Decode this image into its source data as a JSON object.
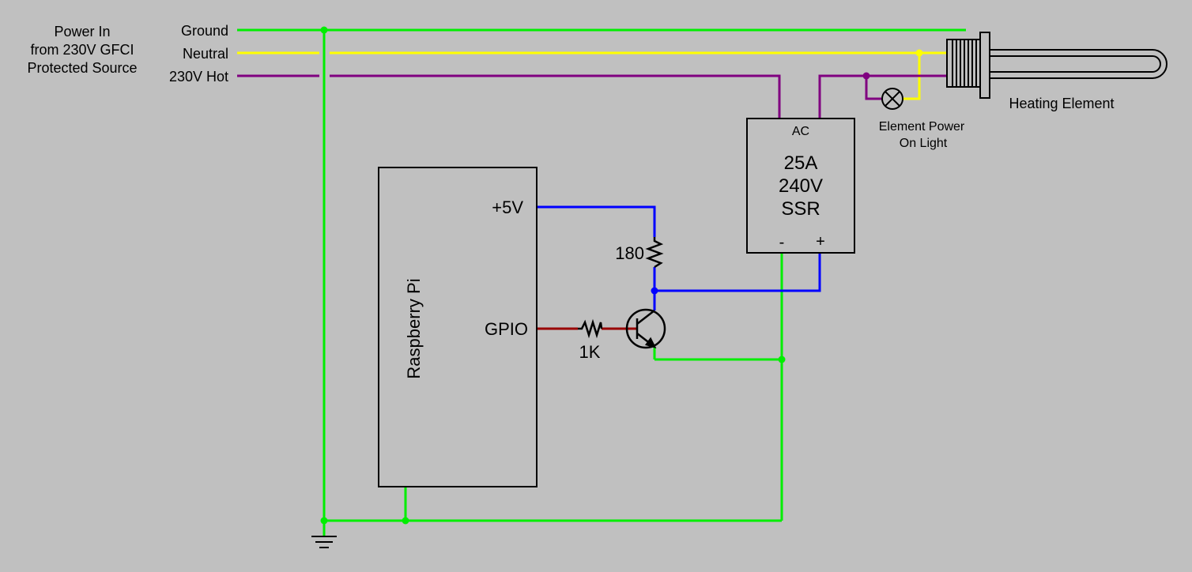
{
  "colors": {
    "background": "#c0c0c0",
    "ground": "#00ee00",
    "neutral": "#ffff00",
    "hot": "#800080",
    "dc_positive": "#0000ff",
    "gpio": "#990000",
    "outline": "#000000"
  },
  "source": {
    "line1": "Power In",
    "line2": "from 230V GFCI",
    "line3": "Protected Source",
    "ground_label": "Ground",
    "neutral_label": "Neutral",
    "hot_label": "230V Hot"
  },
  "raspberry_pi": {
    "name": "Raspberry Pi",
    "pin_5v": "+5V",
    "pin_gpio": "GPIO"
  },
  "resistor_pullup": {
    "label": "180"
  },
  "resistor_base": {
    "label": "1K"
  },
  "ssr": {
    "ac_label": "AC",
    "current": "25A",
    "voltage": "240V",
    "type": "SSR",
    "minus": "-",
    "plus": "+"
  },
  "lamp": {
    "line1": "Element Power",
    "line2": "On Light"
  },
  "heater": {
    "label": "Heating Element"
  },
  "icons": {
    "transistor": "npn-transistor-icon",
    "lamp": "lamp-icon",
    "ground": "ground-symbol-icon",
    "heater": "heating-element-icon"
  }
}
